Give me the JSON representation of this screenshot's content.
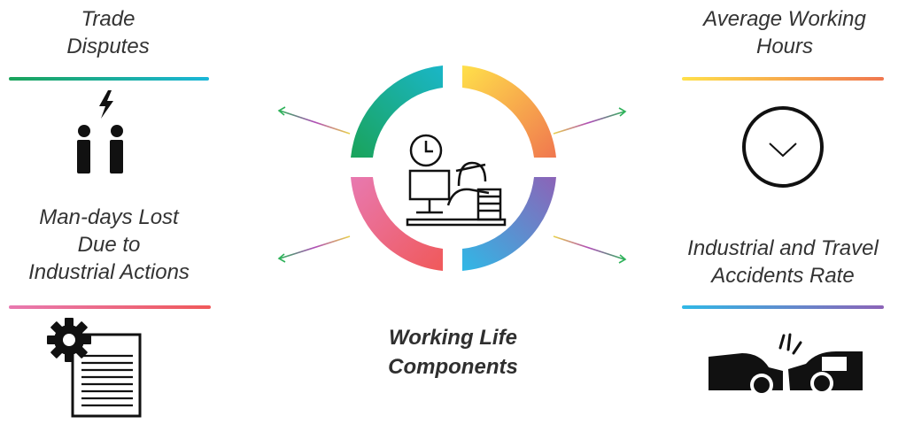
{
  "center": {
    "title": "Working Life\nComponents",
    "icon": "worker-at-desk-with-clock-icon",
    "ring_colors": {
      "top_left": [
        "#1aa35a",
        "#1ab6c8"
      ],
      "top_right": [
        "#ffe04a",
        "#f0774f"
      ],
      "bottom_left": [
        "#e879b0",
        "#f0595a"
      ],
      "bottom_right": [
        "#30b8e6",
        "#8c63b7"
      ]
    }
  },
  "components": [
    {
      "id": "trade-disputes",
      "label": "Trade\nDisputes",
      "icon": "conflict-people-lightning-icon",
      "underline": [
        "#1aa35a",
        "#1ab6d9"
      ]
    },
    {
      "id": "average-working-hours",
      "label": "Average Working\nHours",
      "icon": "clock-icon",
      "underline": [
        "#ffe04a",
        "#f0774f"
      ]
    },
    {
      "id": "man-days-lost",
      "label": "Man-days Lost\nDue to\nIndustrial Actions",
      "icon": "gear-document-icon",
      "underline": [
        "#e879b0",
        "#f0595a"
      ]
    },
    {
      "id": "accidents-rate",
      "label": "Industrial and Travel\nAccidents Rate",
      "icon": "car-crash-icon",
      "underline": [
        "#30b8e6",
        "#8c63b7"
      ]
    }
  ]
}
